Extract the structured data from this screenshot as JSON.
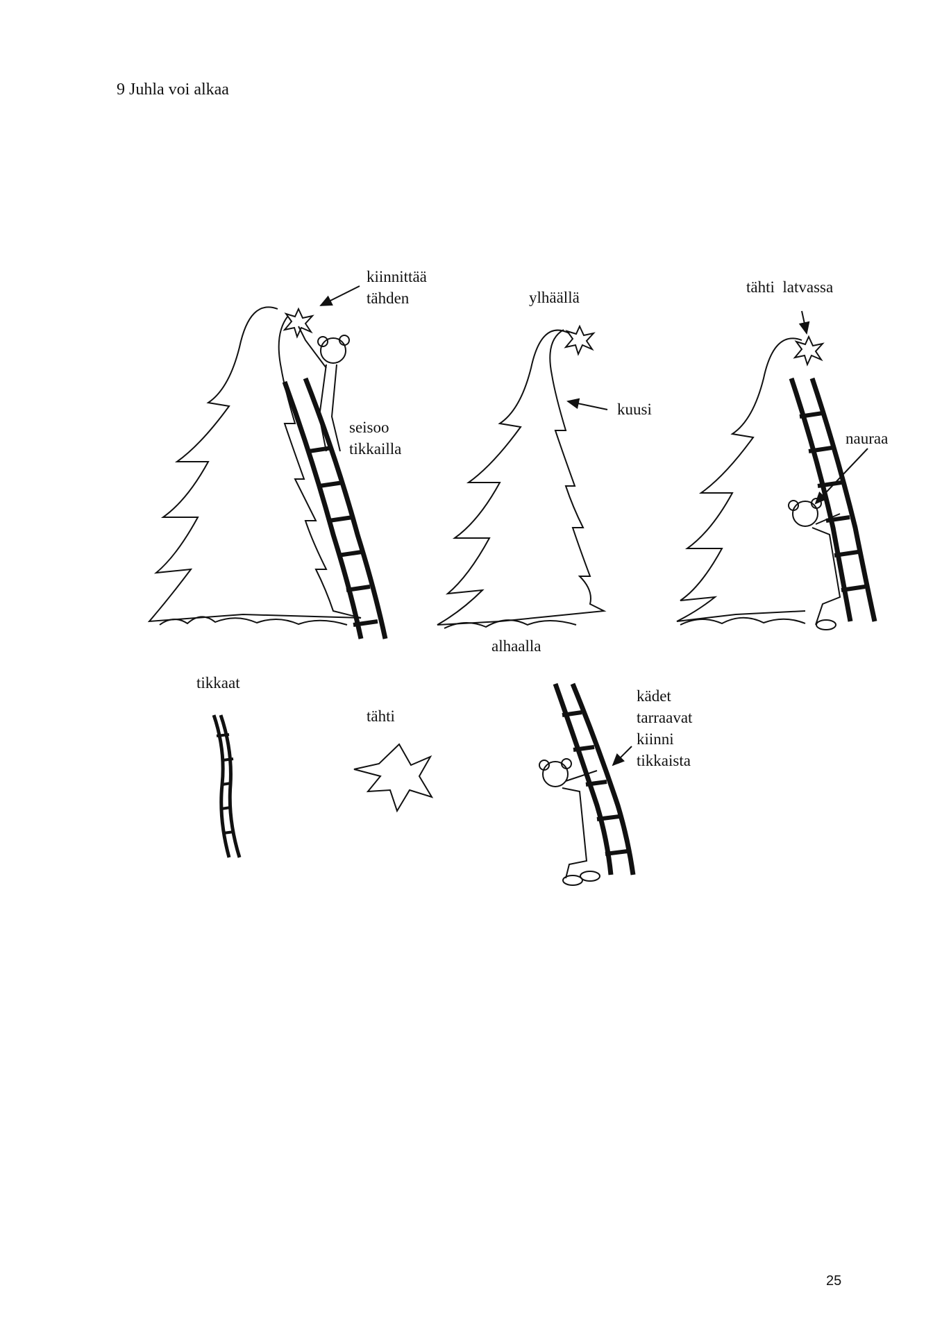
{
  "page": {
    "heading": "9 Juhla voi alkaa",
    "page_number": "25"
  },
  "labels": {
    "kiinnittaa": "kiinnittää\ntähden",
    "seisoo": "seisoo\ntikkailla",
    "ylhaalla": "ylhäällä",
    "kuusi": "kuusi",
    "tahti_latvassa": "tähti  latvassa",
    "nauraa": "nauraa",
    "alhaalla": "alhaalla",
    "tikkaat": "tikkaat",
    "tahti": "tähti",
    "kadet": "kädet\ntarraavat\nkiinni\ntikkaista"
  }
}
